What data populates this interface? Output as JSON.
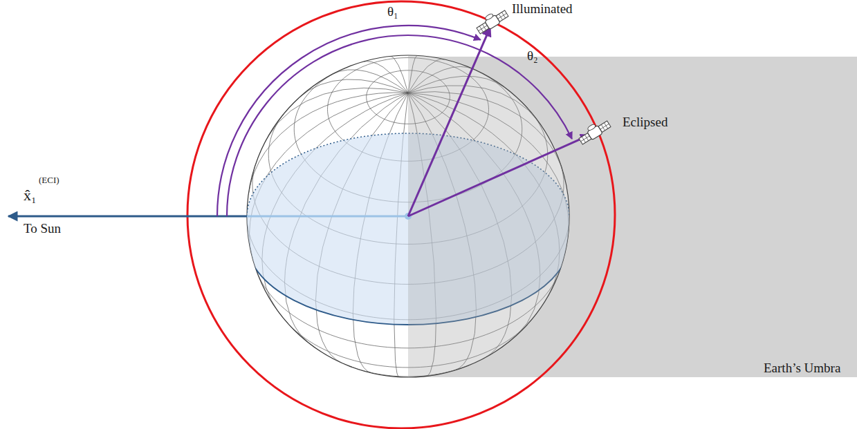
{
  "diagram": {
    "labels": [
      "θ₁",
      "Illuminated",
      "θ₂",
      "Eclipsed",
      "x̂₁",
      "(ECI)",
      "To Sun",
      "Earth’s Umbra"
    ]
  }
}
